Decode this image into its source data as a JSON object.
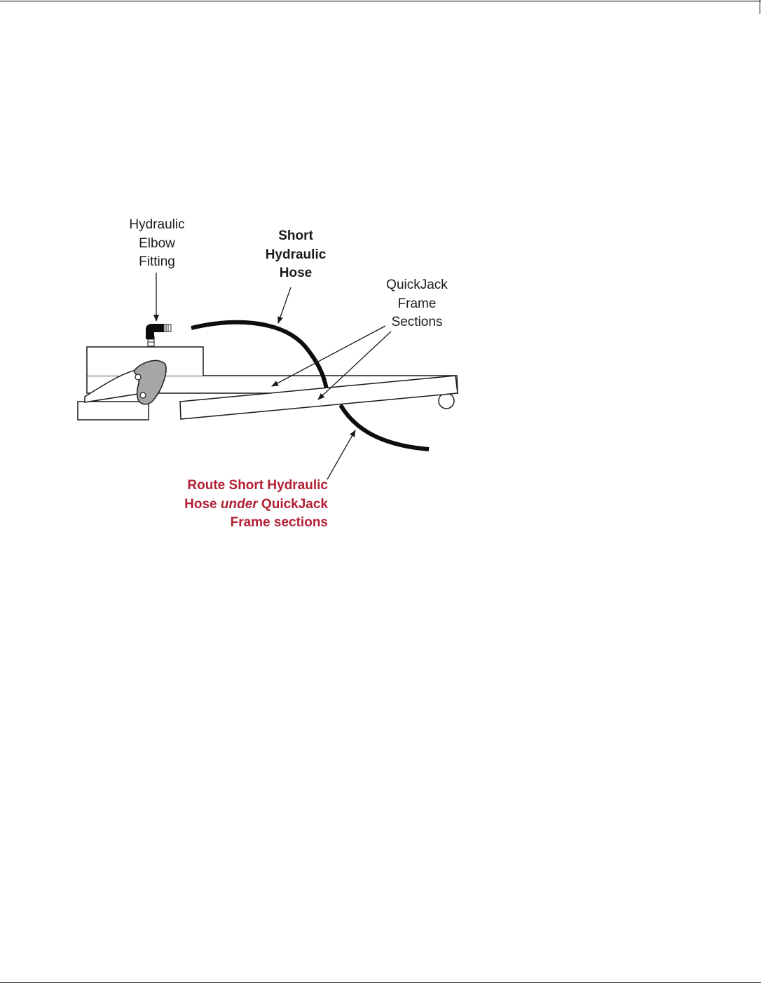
{
  "labels": {
    "elbow_fitting": [
      "Hydraulic",
      "Elbow",
      "Fitting"
    ],
    "short_hose": [
      "Short",
      "Hydraulic",
      "Hose"
    ],
    "frame_sections": [
      "QuickJack",
      "Frame",
      "Sections"
    ],
    "route_instruction": {
      "line1": "Route Short Hydraulic",
      "line2_pre": "Hose ",
      "line2_em": "under",
      "line2_post": " QuickJack",
      "line3": "Frame sections"
    }
  },
  "colors": {
    "accent": "#b22234",
    "hose": "#0d0d0d",
    "pad": "#a6a6a6",
    "line": "#1a1a1a"
  }
}
